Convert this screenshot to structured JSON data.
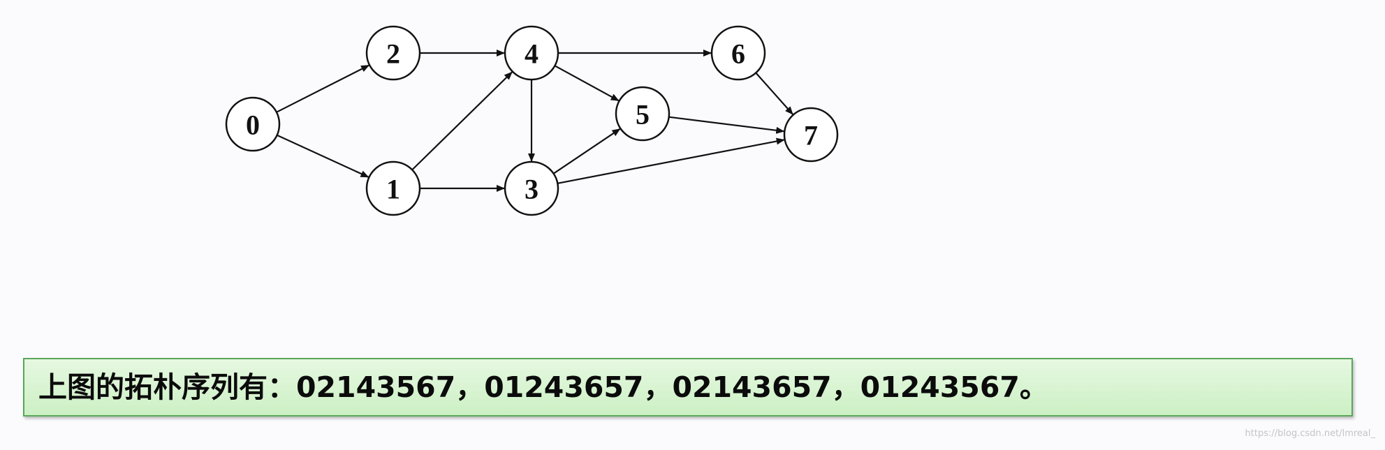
{
  "diagram": {
    "nodes": [
      {
        "id": "0",
        "label": "0"
      },
      {
        "id": "1",
        "label": "1"
      },
      {
        "id": "2",
        "label": "2"
      },
      {
        "id": "3",
        "label": "3"
      },
      {
        "id": "4",
        "label": "4"
      },
      {
        "id": "5",
        "label": "5"
      },
      {
        "id": "6",
        "label": "6"
      },
      {
        "id": "7",
        "label": "7"
      }
    ],
    "edges": [
      {
        "from": "0",
        "to": "2"
      },
      {
        "from": "0",
        "to": "1"
      },
      {
        "from": "2",
        "to": "4"
      },
      {
        "from": "1",
        "to": "4"
      },
      {
        "from": "1",
        "to": "3"
      },
      {
        "from": "4",
        "to": "6"
      },
      {
        "from": "4",
        "to": "5"
      },
      {
        "from": "4",
        "to": "3"
      },
      {
        "from": "3",
        "to": "5"
      },
      {
        "from": "3",
        "to": "7"
      },
      {
        "from": "5",
        "to": "7"
      },
      {
        "from": "6",
        "to": "7"
      }
    ]
  },
  "caption": {
    "text": "上图的拓朴序列有：02143567，01243657，02143657，01243567。"
  },
  "watermark": "https://blog.csdn.net/lmreal_",
  "colors": {
    "caption_border": "#5aa65a",
    "caption_fill": "#d6f4ce",
    "stroke": "#111111"
  }
}
